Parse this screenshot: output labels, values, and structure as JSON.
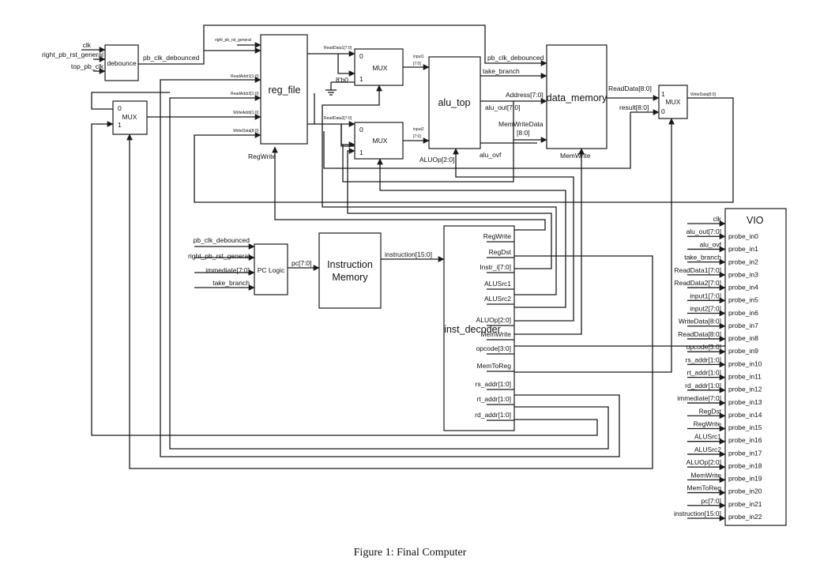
{
  "caption": "Figure 1: Final Computer",
  "blocks": {
    "debounce": "debounce",
    "reg_file": "reg_file",
    "mux_a": "MUX",
    "mux_b": "MUX",
    "mux_c": "MUX",
    "mux_d": "MUX",
    "alu_top": "alu_top",
    "data_memory": "data_memory",
    "pc_logic": "PC Logic",
    "instruction_memory_1": "Instruction",
    "instruction_memory_2": "Memory",
    "inst_decoder": "inst_decoder",
    "vio": "VIO"
  },
  "signals": {
    "clk": "clk",
    "right_pb_rst_general": "right_pb_rst_general",
    "top_pb_clk": "top_pb_clk",
    "pb_clk_debounced": "pb_clk_debounced",
    "right_pb_rst_general_small": "right_pb_rst_general",
    "readaddr1": "ReadAddr1[1:0]",
    "readaddr2": "ReadAddr2[1:0]",
    "writeaddr": "WriteAddr[1:0]",
    "writedata_rf": "WriteData[8:0]",
    "regwrite_rf": "RegWrite",
    "readdata1": "ReadData1[7:0]",
    "readdata2": "ReadData2[7:0]",
    "const_8b0": "8'b0",
    "input1_a": "input1",
    "input1_b": "[7:0]",
    "input2_a": "input2",
    "input2_b": "[7:0]",
    "take_branch": "take_branch",
    "alu_out": "alu_out[7:0]",
    "alu_ovf": "alu_ovf",
    "aluop_alu": "ALUOp[2:0]",
    "pb_clk_debounced_dm": "pb_clk_debounced",
    "address": "Address[7:0]",
    "memwritedata_a": "MemWriteData",
    "memwritedata_b": "[8:0]",
    "memwrite_dm": "MemWrite",
    "readdata_dm": "ReadData[8:0]",
    "result": "result[8:0]",
    "writedata_out": "WriteData[8:0]",
    "pb_clk_debounced_pc": "pb_clk_debounced",
    "right_pb_rst_general_pc": "right_pb_rst_general",
    "immediate_pc": "immediate[7:0]",
    "take_branch_pc": "take_branch",
    "pc": "pc[7:0]",
    "instruction": "instruction[15:0]",
    "mux_sel0": "0",
    "mux_sel1": "1"
  },
  "decoder_outputs": [
    "RegWrite",
    "RegDst",
    "Instr_i[7:0]",
    "ALUSrc1",
    "ALUSrc2",
    "ALUOp[2:0]",
    "MemWrite",
    "opcode[3:0]",
    "MemToReg",
    "rs_addr[1:0]",
    "rt_addr[1:0]",
    "rd_addr[1:0]"
  ],
  "vio_inputs": [
    "clk",
    "alu_out[7:0]",
    "alu_ovf",
    "take_branch",
    "ReadData1[7:0]",
    "ReadData2[7:0]",
    "input1[7:0]",
    "input2[7:0]",
    "WriteData[8:0]",
    "ReadData[8:0]",
    "opcode[3:0]",
    "rs_addr[1:0]",
    "rt_addr[1:0]",
    "rd_addr[1:0]",
    "immediate[7:0]",
    "RegDst",
    "RegWrite",
    "ALUSrc1",
    "ALUSrc2",
    "ALUOp[2:0]",
    "MemWrite",
    "MemToReg",
    "pc[7:0]",
    "instruction[15:0]"
  ],
  "vio_probes": [
    "probe_in0",
    "probe_in1",
    "probe_in2",
    "probe_in3",
    "probe_in4",
    "probe_in5",
    "probe_in6",
    "probe_in7",
    "probe_in8",
    "probe_in9",
    "probe_in10",
    "probe_in11",
    "probe_in12",
    "probe_in13",
    "probe_in14",
    "probe_in15",
    "probe_in16",
    "probe_in17",
    "probe_in18",
    "probe_in19",
    "probe_in20",
    "probe_in21",
    "probe_in22"
  ]
}
